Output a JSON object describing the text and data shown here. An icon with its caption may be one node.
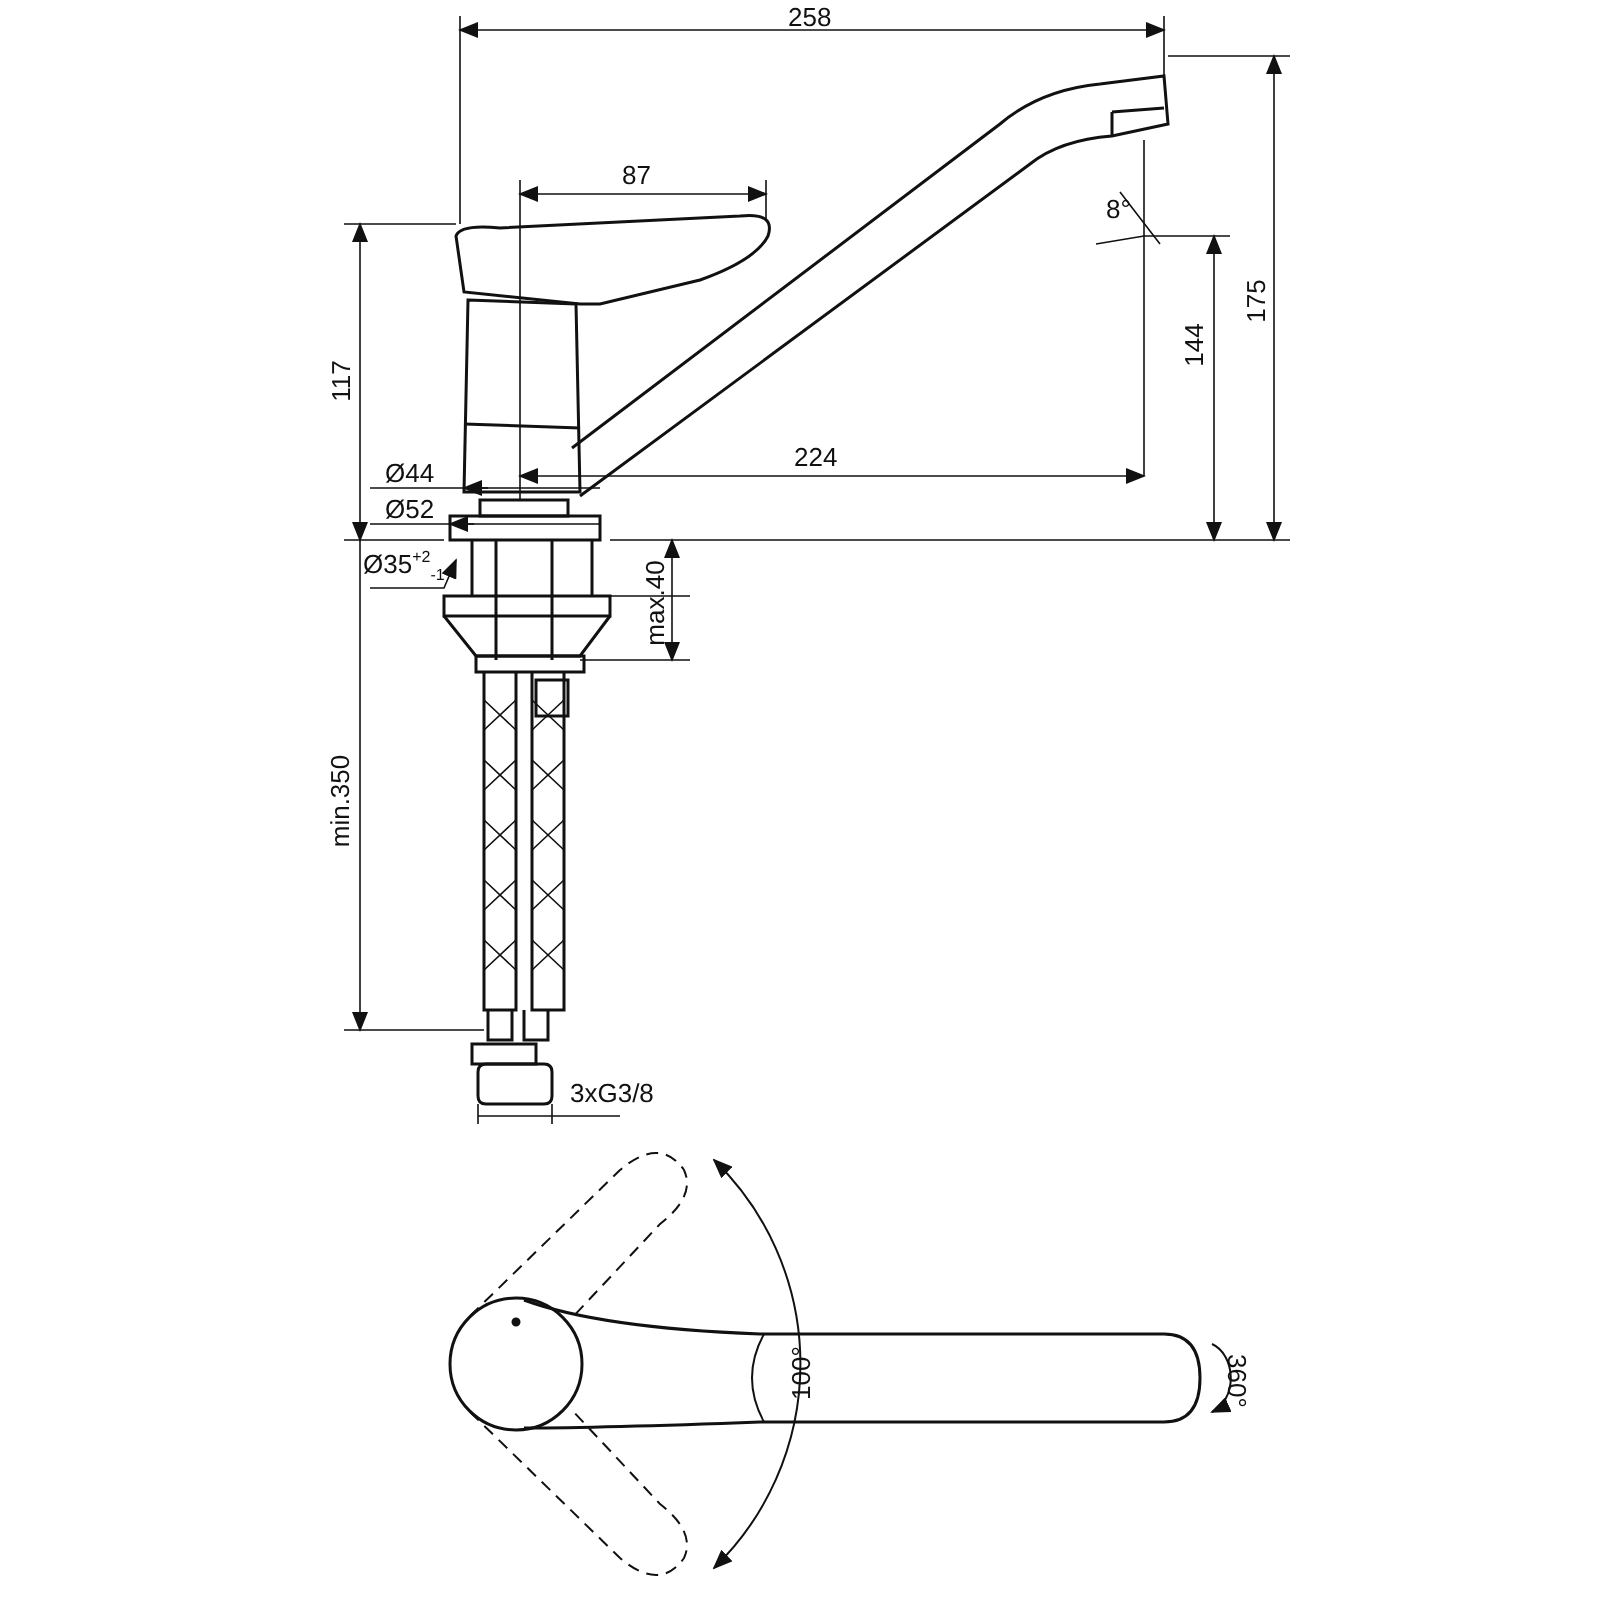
{
  "diagram": {
    "labels": [
      "258",
      "87",
      "8°",
      "175",
      "144",
      "117",
      "224",
      "Ø44",
      "Ø52",
      "Ø35$^{+2}$$_{-1}$",
      "max.40",
      "min.350",
      "3xG3/8",
      "100°",
      "360°"
    ]
  }
}
